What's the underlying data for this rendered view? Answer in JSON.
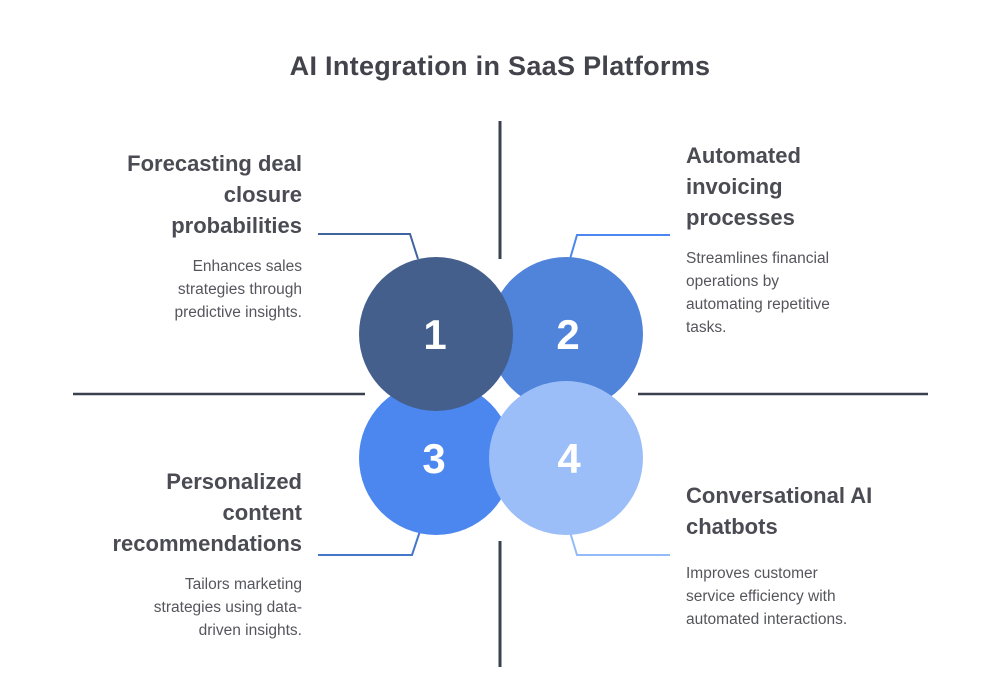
{
  "title": "AI Integration in SaaS Platforms",
  "colors": {
    "background": "#ffffff",
    "title_text": "#43434b",
    "heading_text": "#4b4b53",
    "body_text": "#55555d",
    "divider": "#39414f",
    "number_text": "#ffffff"
  },
  "sections": [
    {
      "number": "1",
      "position": "top-left",
      "heading_lines": [
        "Forecasting deal",
        "closure",
        "probabilities"
      ],
      "body_lines": [
        "Enhances sales",
        "strategies through",
        "predictive insights."
      ],
      "circle_color": "#455f8d",
      "connector_color": "#40649f"
    },
    {
      "number": "2",
      "position": "top-right",
      "heading_lines": [
        "Automated",
        "invoicing",
        "processes"
      ],
      "body_lines": [
        "Streamlines financial",
        "operations by",
        "automating repetitive",
        "tasks."
      ],
      "circle_color": "#4f84da",
      "connector_color": "#4c86f0"
    },
    {
      "number": "3",
      "position": "bottom-left",
      "heading_lines": [
        "Personalized",
        "content",
        "recommendations"
      ],
      "body_lines": [
        "Tailors marketing",
        "strategies using data-",
        "driven insights."
      ],
      "circle_color": "#4c87f0",
      "connector_color": "#4576cb"
    },
    {
      "number": "4",
      "position": "bottom-right",
      "heading_lines": [
        "Conversational AI",
        "chatbots"
      ],
      "body_lines": [
        "Improves customer",
        "service efficiency with",
        "automated interactions."
      ],
      "circle_color": "#9bbef8",
      "connector_color": "#93bbf7"
    }
  ]
}
